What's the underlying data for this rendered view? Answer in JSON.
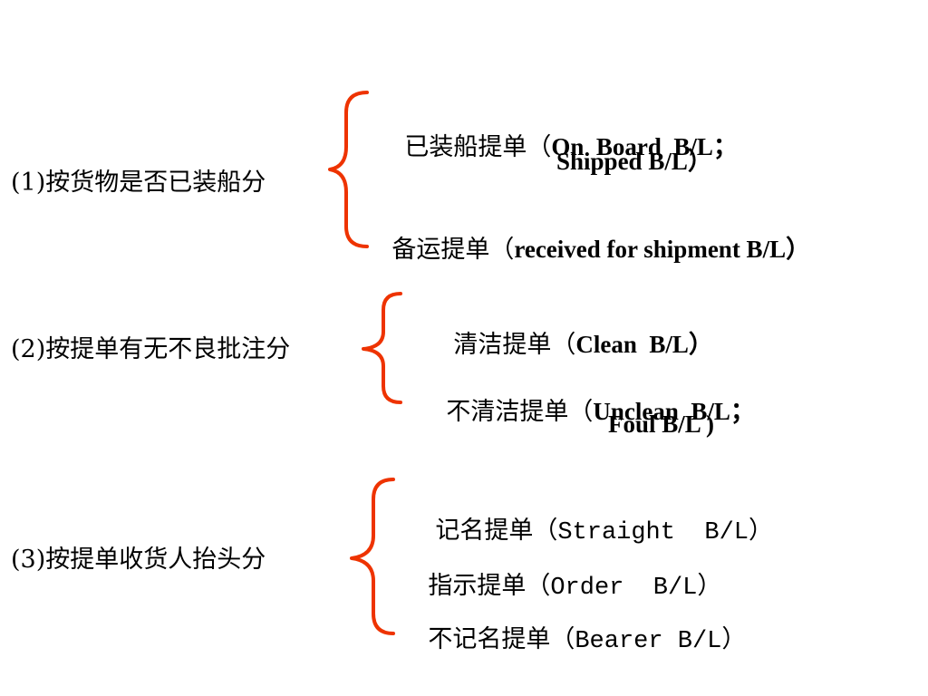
{
  "colors": {
    "brace": "#ee3300",
    "text": "#000000"
  },
  "groups": [
    {
      "category": "(1)按货物是否已装船分",
      "items": [
        {
          "cn": "已装船提单（",
          "en": "On  Board  B/L；",
          "en2": "Shipped B/L）"
        },
        {
          "cn": "备运提单（",
          "en": "received for shipment B/L）"
        }
      ]
    },
    {
      "category": "(2)按提单有无不良批注分",
      "items": [
        {
          "cn": "清洁提单（",
          "en": "Clean  B/L）"
        },
        {
          "cn": "不清洁提单（",
          "en": "Unclean  B/L；",
          "en2": "Foul B/L )"
        }
      ]
    },
    {
      "category": "(3)按提单收货人抬头分",
      "items": [
        {
          "cn": "记名提单（",
          "en": "Straight  B/L）"
        },
        {
          "cn": "指示提单（",
          "en": "Order  B/L）"
        },
        {
          "cn": "不记名提单（",
          "en": "Bearer B/L）"
        }
      ]
    }
  ]
}
